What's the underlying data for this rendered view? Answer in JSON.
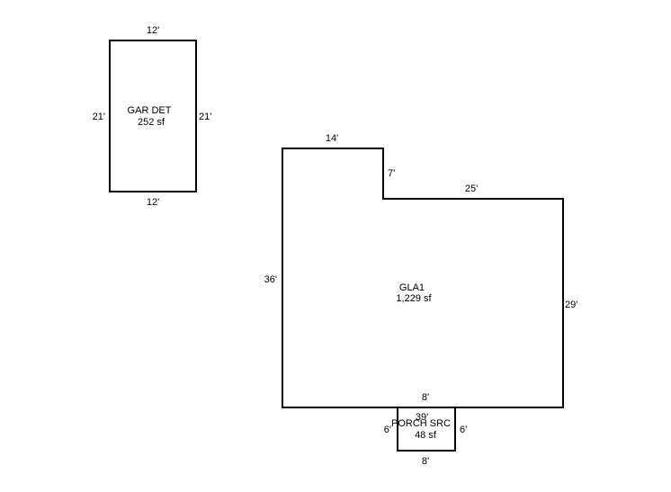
{
  "colors": {
    "background": "#ffffff",
    "stroke": "#000000",
    "text": "#000000"
  },
  "garage": {
    "name": "GAR DET",
    "area": "252 sf",
    "dim_top": "12'",
    "dim_bottom": "12'",
    "dim_left": "21'",
    "dim_right": "21'"
  },
  "gla": {
    "name": "GLA1",
    "area": "1,229 sf",
    "dim_top_left": "14'",
    "dim_notch_vertical": "7'",
    "dim_top_right": "25'",
    "dim_left": "36'",
    "dim_right": "29'",
    "dim_bottom": "39'"
  },
  "porch": {
    "name": "PORCH SRC",
    "area": "48 sf",
    "dim_top": "8'",
    "dim_bottom": "8'",
    "dim_left": "6'",
    "dim_right": "6'"
  }
}
